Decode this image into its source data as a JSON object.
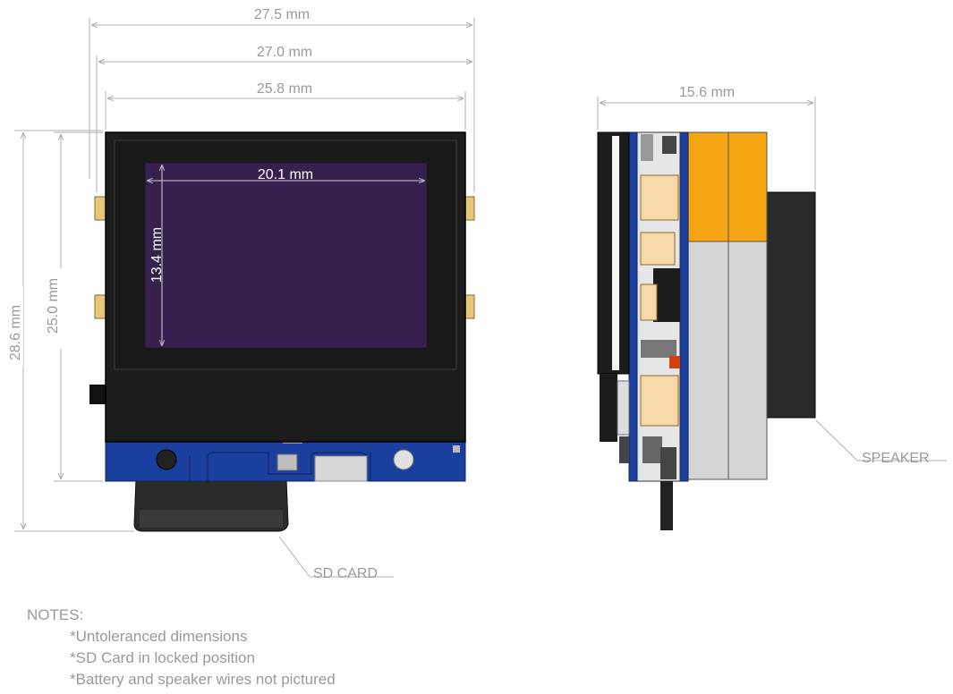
{
  "dimensions": {
    "overall_width": "27.5 mm",
    "body_width": "27.0 mm",
    "pcb_width": "25.8 mm",
    "depth": "15.6 mm",
    "overall_height": "28.6 mm",
    "body_height": "25.0 mm",
    "display_width": "20.1 mm",
    "display_height": "13.4 mm"
  },
  "callouts": {
    "sd_card": "SD CARD",
    "speaker": "SPEAKER"
  },
  "notes": {
    "title": "NOTES:",
    "items": [
      "*Untoleranced dimensions",
      "*SD Card in locked position",
      "*Battery and speaker wires not pictured"
    ]
  },
  "colors": {
    "screen": "#35204e",
    "housing": "#1c1c1c",
    "pcb": "#1a3f9e",
    "battery_top": "#f5a511",
    "battery_bottom": "#d6d6d6",
    "speaker": "#2a2a2a",
    "dimension": "#b0b0b0"
  }
}
